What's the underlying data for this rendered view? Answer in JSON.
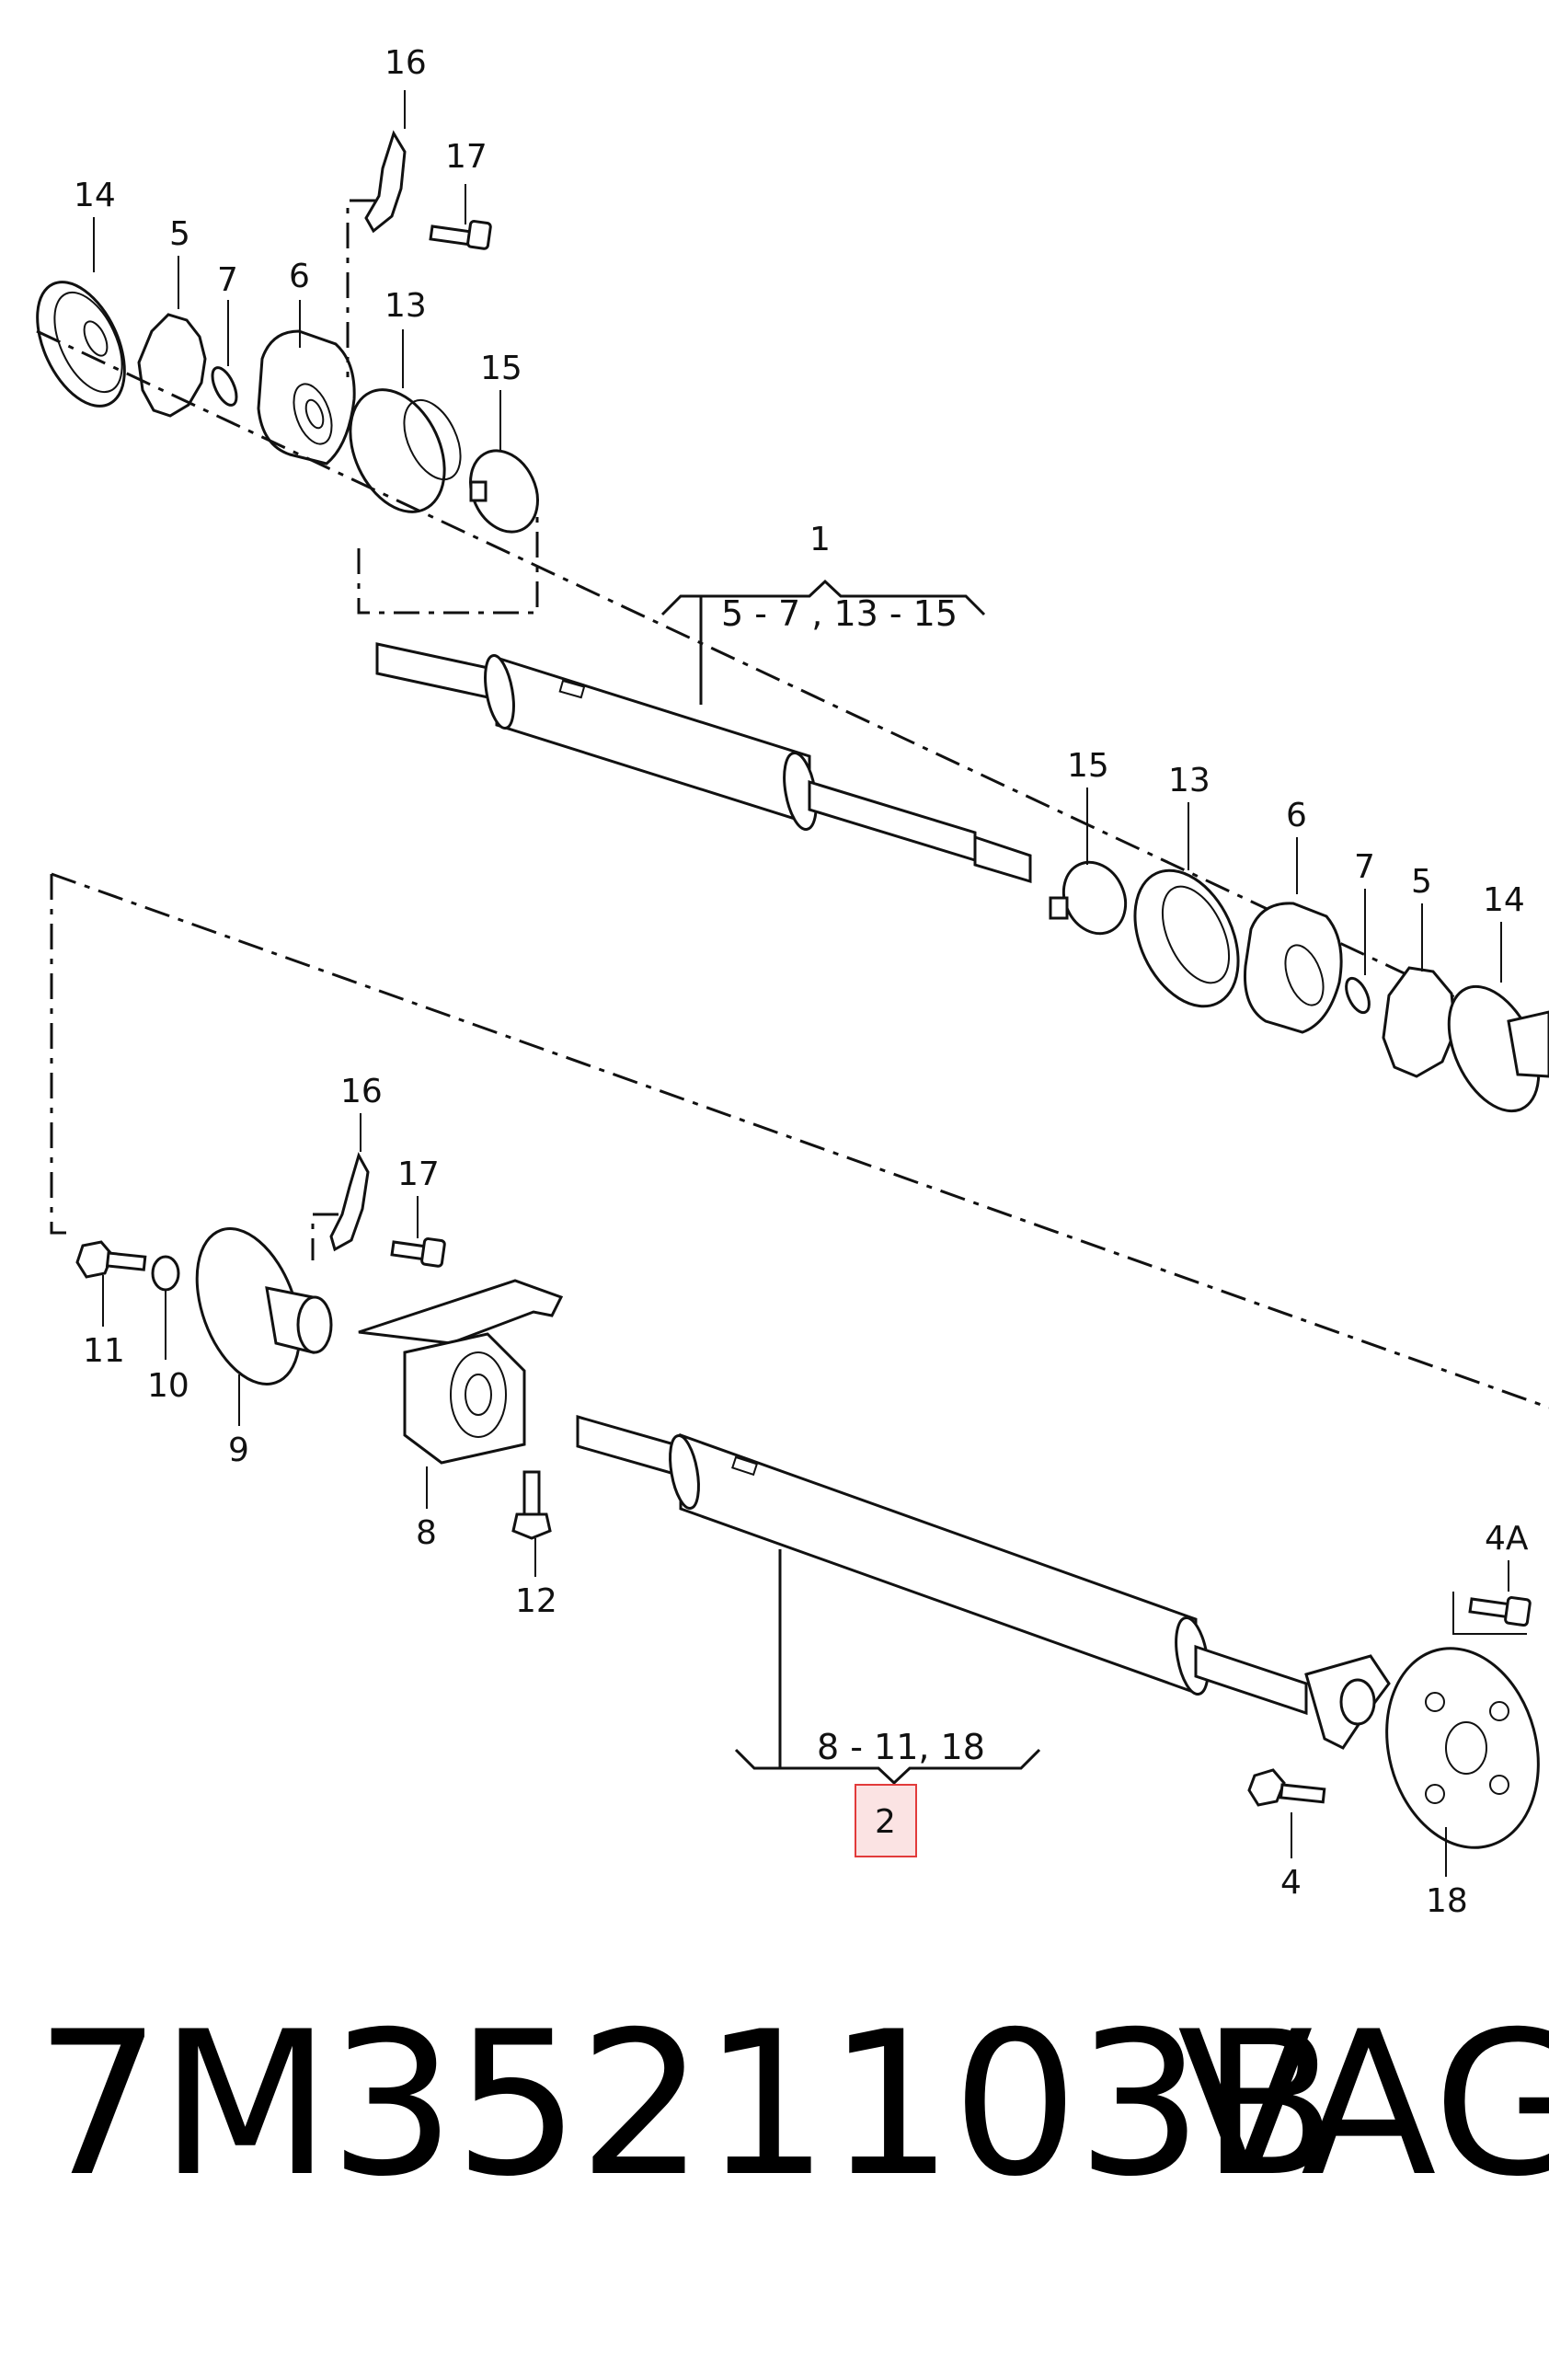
{
  "callouts": [
    {
      "id": "c16a",
      "text": "16"
    },
    {
      "id": "c17a",
      "text": "17"
    },
    {
      "id": "c14a",
      "text": "14"
    },
    {
      "id": "c5a",
      "text": "5"
    },
    {
      "id": "c7a",
      "text": "7"
    },
    {
      "id": "c6a",
      "text": "6"
    },
    {
      "id": "c13a",
      "text": "13"
    },
    {
      "id": "c15a",
      "text": "15"
    },
    {
      "id": "c1",
      "text": "1"
    },
    {
      "id": "c15b",
      "text": "15"
    },
    {
      "id": "c13b",
      "text": "13"
    },
    {
      "id": "c6b",
      "text": "6"
    },
    {
      "id": "c7b",
      "text": "7"
    },
    {
      "id": "c5b",
      "text": "5"
    },
    {
      "id": "c14b",
      "text": "14"
    },
    {
      "id": "c16b",
      "text": "16"
    },
    {
      "id": "c17b",
      "text": "17"
    },
    {
      "id": "c11",
      "text": "11"
    },
    {
      "id": "c10",
      "text": "10"
    },
    {
      "id": "c9",
      "text": "9"
    },
    {
      "id": "c8",
      "text": "8"
    },
    {
      "id": "c12",
      "text": "12"
    },
    {
      "id": "c4A",
      "text": "4A"
    },
    {
      "id": "c4",
      "text": "4"
    },
    {
      "id": "c18",
      "text": "18"
    }
  ],
  "groups": {
    "shaft_1_range": "5 - 7 , 13 - 15",
    "shaft_2_range": "8 - 11,  18"
  },
  "highlight": {
    "label": "2",
    "color": "#e23b3b",
    "fill": "#fbe3e3"
  },
  "footer": {
    "part_number": "7M3521103B",
    "brand": "VAG"
  }
}
